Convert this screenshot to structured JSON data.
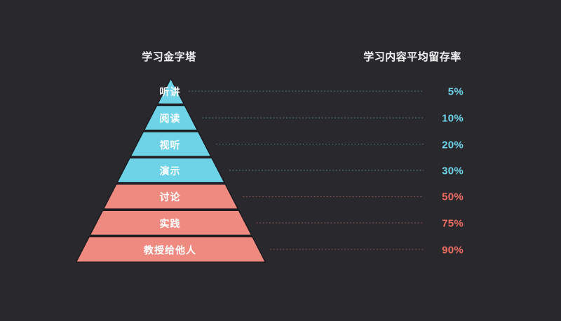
{
  "background_color": "#28282d",
  "headers": {
    "left_title": "学习金字塔",
    "right_title": "学习内容平均留存率"
  },
  "colors": {
    "blue_fill": "#6fd3e8",
    "blue_text": "#6fd3e8",
    "red_fill": "#ef8a80",
    "red_text": "#ef6f63",
    "layer_border": "#1a1a1f",
    "label_text": "#ffffff",
    "title_text": "#f2f2f2",
    "leader_blue": "#4a6f7a",
    "leader_red": "#7a4f48"
  },
  "chart_data": {
    "type": "bar",
    "title": "学习金字塔",
    "subtitle": "学习内容平均留存率",
    "xlabel": "",
    "ylabel": "学习内容平均留存率",
    "categories": [
      "听讲",
      "阅读",
      "视听",
      "演示",
      "讨论",
      "实践",
      "教授给他人"
    ],
    "values": [
      5,
      10,
      20,
      30,
      50,
      75,
      90
    ],
    "value_labels": [
      "5%",
      "10%",
      "20%",
      "30%",
      "50%",
      "75%",
      "90%"
    ],
    "ylim": [
      0,
      100
    ],
    "grid": false,
    "legend": "none",
    "series": [
      {
        "name": "平均留存率",
        "values": [
          5,
          10,
          20,
          30,
          50,
          75,
          90
        ]
      }
    ],
    "layers": [
      {
        "index": 0,
        "label": "听讲",
        "value": 5,
        "value_label": "5%",
        "group": "passive",
        "color": "#6fd3e8",
        "text_color": "#6fd3e8"
      },
      {
        "index": 1,
        "label": "阅读",
        "value": 10,
        "value_label": "10%",
        "group": "passive",
        "color": "#6fd3e8",
        "text_color": "#6fd3e8"
      },
      {
        "index": 2,
        "label": "视听",
        "value": 20,
        "value_label": "20%",
        "group": "passive",
        "color": "#6fd3e8",
        "text_color": "#6fd3e8"
      },
      {
        "index": 3,
        "label": "演示",
        "value": 30,
        "value_label": "30%",
        "group": "passive",
        "color": "#6fd3e8",
        "text_color": "#6fd3e8"
      },
      {
        "index": 4,
        "label": "讨论",
        "value": 50,
        "value_label": "50%",
        "group": "active",
        "color": "#ef8a80",
        "text_color": "#ef6f63"
      },
      {
        "index": 5,
        "label": "实践",
        "value": 75,
        "value_label": "75%",
        "group": "active",
        "color": "#ef8a80",
        "text_color": "#ef6f63"
      },
      {
        "index": 6,
        "label": "教授给他人",
        "value": 90,
        "value_label": "90%",
        "group": "active",
        "color": "#ef8a80",
        "text_color": "#ef6f63"
      }
    ]
  }
}
